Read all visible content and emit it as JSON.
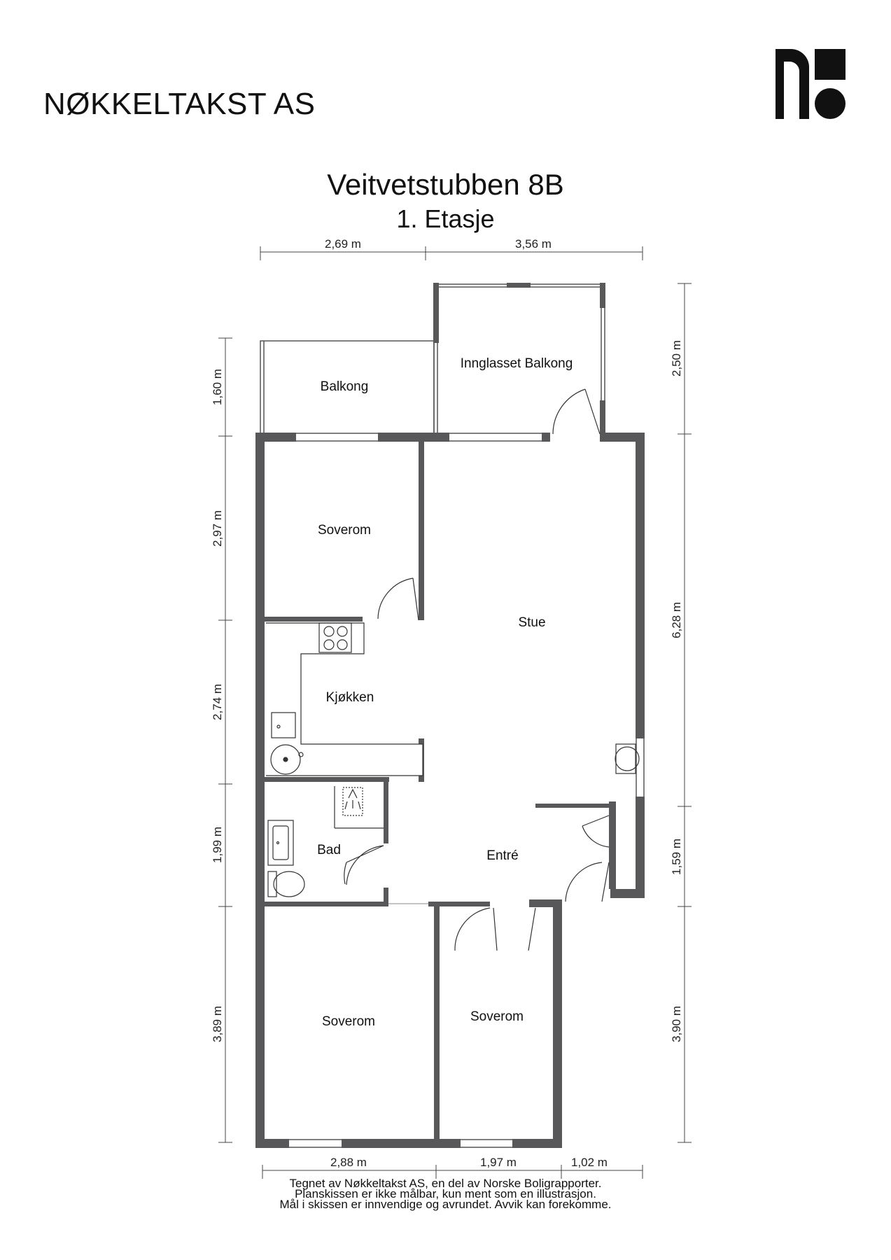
{
  "company": "NØKKELTAKST AS",
  "title": "Veitvetstubben 8B",
  "subtitle": "1. Etasje",
  "colors": {
    "wall": "#58585a",
    "text": "#111111",
    "line": "#444444"
  },
  "logo_icon": "noekkeltakst-logo-icon",
  "rooms": {
    "balkong": "Balkong",
    "innglasset_balkong": "Innglasset Balkong",
    "soverom_top": "Soverom",
    "stue": "Stue",
    "kjokken": "Kjøkken",
    "bad": "Bad",
    "entre": "Entré",
    "soverom_bottom_left": "Soverom",
    "soverom_bottom_right": "Soverom"
  },
  "dimensions": {
    "top": [
      "2,69 m",
      "3,56 m"
    ],
    "bottom": [
      "2,88 m",
      "1,97 m",
      "1,02 m"
    ],
    "left": [
      "1,60 m",
      "2,97 m",
      "2,74 m",
      "1,99 m",
      "3,89 m"
    ],
    "right": [
      "2,50 m",
      "6,28 m",
      "1,59 m",
      "3,90 m"
    ]
  },
  "footer": [
    "Tegnet av Nøkkeltakst AS, en del av Norske Boligrapporter.",
    "Planskissen er ikke målbar, kun ment som en illustrasjon.",
    "Mål i skissen er innvendige og avrundet. Avvik kan forekomme."
  ]
}
